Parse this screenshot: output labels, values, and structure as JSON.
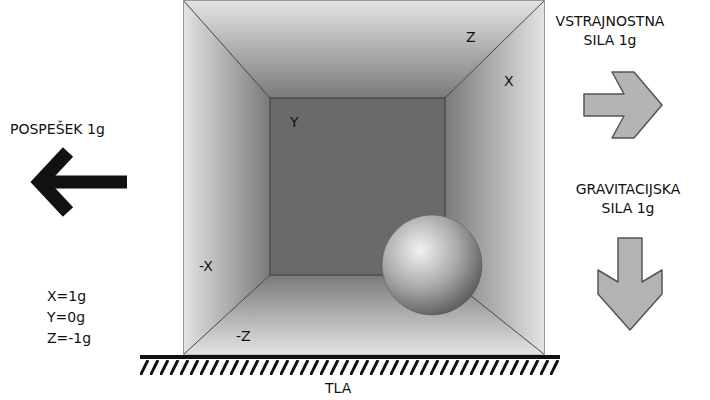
{
  "diagram": {
    "labels": [
      "Z",
      "X",
      "Y",
      "-X",
      "-Z",
      "POSPEŠEK 1g",
      "VSTRAJNOSTNA SILA 1g",
      "GRAVITACIJSKA SILA 1g",
      "X=1g",
      "Y=0g",
      "Z=-1g",
      "TLA"
    ]
  }
}
